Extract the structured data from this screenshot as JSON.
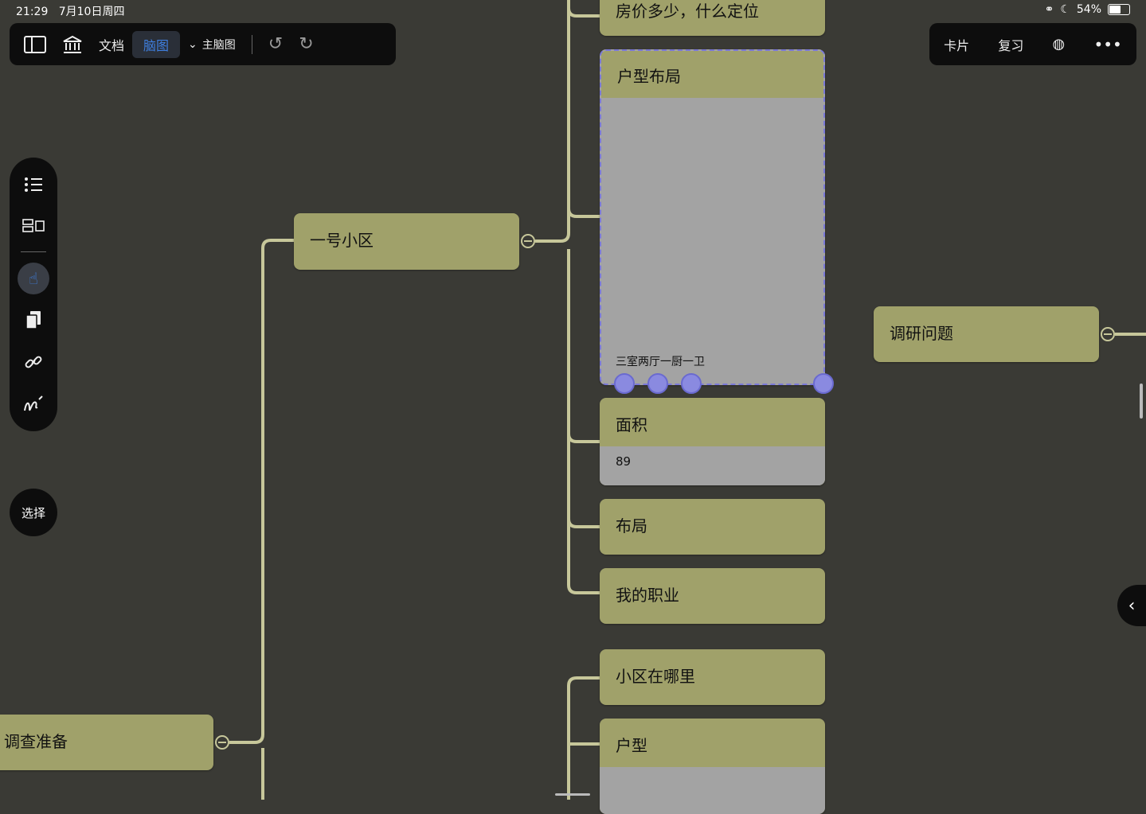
{
  "status_bar": {
    "time": "21:29",
    "date": "7月10日周四",
    "battery": "54%"
  },
  "toolbar_left": {
    "doc": "文档",
    "mindmap": "脑图",
    "map_name": "主脑图"
  },
  "toolbar_right": {
    "cards": "卡片",
    "review": "复习"
  },
  "select_label": "选择",
  "battery_level": 0.54,
  "nodes": {
    "top_partial": "房价多少，什么定位",
    "layout": {
      "title": "户型布局",
      "body": "三室两厅一厨一卫"
    },
    "area": {
      "title": "面积",
      "body": "89"
    },
    "bujv": "布局",
    "job": "我的职业",
    "where": "小区在哪里",
    "huxing": "户型",
    "community": "一号小区",
    "prep": "调查准备",
    "research": "调研问题"
  }
}
